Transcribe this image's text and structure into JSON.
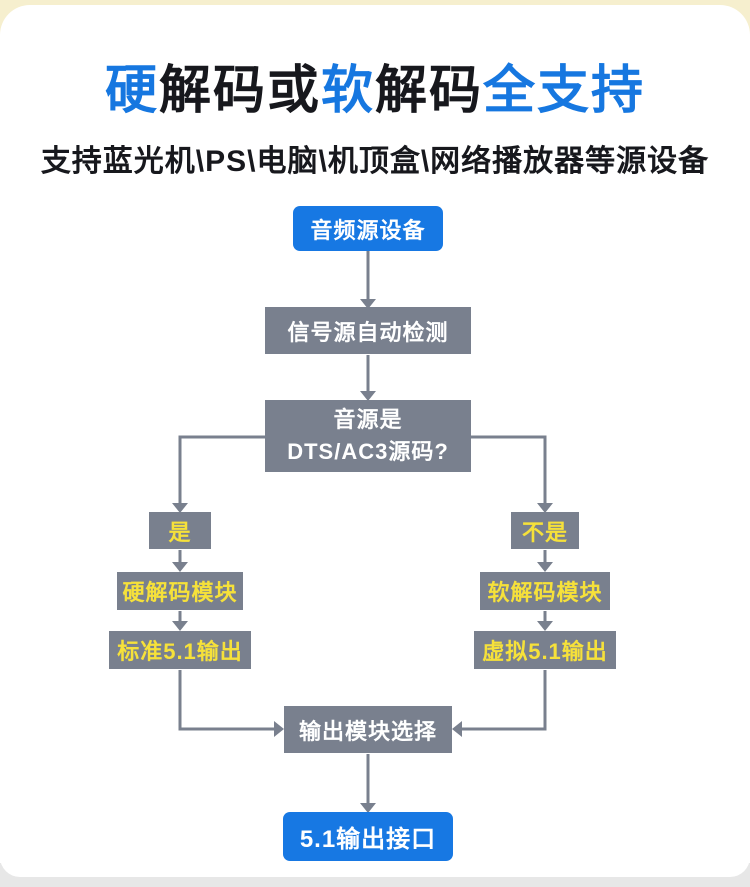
{
  "header": {
    "title_segments": [
      {
        "text": "硬",
        "color": "blue"
      },
      {
        "text": "解码或",
        "color": "dark"
      },
      {
        "text": "软",
        "color": "blue"
      },
      {
        "text": "解码",
        "color": "dark"
      },
      {
        "text": "全支持",
        "color": "blue"
      }
    ],
    "subtitle": "支持蓝光机\\PS\\电脑\\机顶盒\\网络播放器等源设备"
  },
  "flowchart": {
    "source_device": "音频源设备",
    "signal_detect": "信号源自动检测",
    "question_line1": "音源是",
    "question_line2": "DTS/AC3源码?",
    "branch_yes": "是",
    "branch_no": "不是",
    "hard_module": "硬解码模块",
    "soft_module": "软解码模块",
    "standard_output": "标准5.1输出",
    "virtual_output": "虚拟5.1输出",
    "output_select": "输出模块选择",
    "output_port": "5.1输出接口"
  },
  "colors": {
    "brand_blue": "#1677e0",
    "node_gray": "#79808E",
    "highlight_yellow": "#f6e13a",
    "top_band_cream": "#f6efce",
    "bottom_band_gray": "#e7e7e7"
  }
}
